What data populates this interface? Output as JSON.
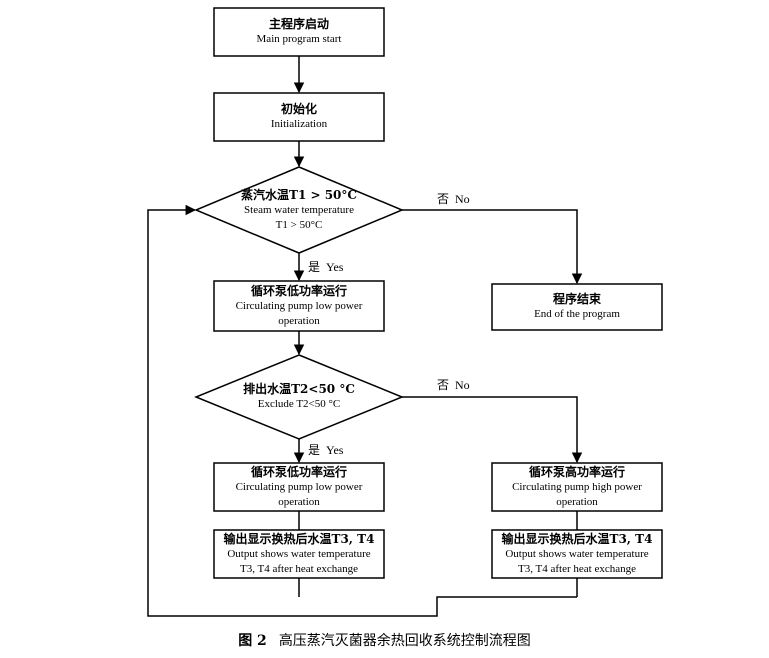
{
  "nodes": {
    "start": {
      "zh": "主程序启动",
      "en": [
        "Main program start"
      ]
    },
    "init": {
      "zh": "初始化",
      "en": [
        "Initialization"
      ]
    },
    "decision1": {
      "zh": "蒸汽水温T1 > 50°C",
      "en": [
        "Steam water temperature",
        "T1 > 50°C"
      ]
    },
    "pump_low_1": {
      "zh": "循环泵低功率运行",
      "en": [
        "Circulating pump low power",
        "operation"
      ]
    },
    "end": {
      "zh": "程序结束",
      "en": [
        "End of the program"
      ]
    },
    "decision2": {
      "zh": "排出水温T2<50 °C",
      "en": [
        "Exclude T2<50 °C"
      ]
    },
    "pump_low_2": {
      "zh": "循环泵低功率运行",
      "en": [
        "Circulating pump low power",
        "operation"
      ]
    },
    "pump_high": {
      "zh": "循环泵高功率运行",
      "en": [
        "Circulating pump high power",
        "operation"
      ]
    },
    "output_left": {
      "zh": "输出显示换热后水温T3, T4",
      "en": [
        "Output shows water temperature",
        "T3, T4 after heat exchange"
      ]
    },
    "output_right": {
      "zh": "输出显示换热后水温T3, T4",
      "en": [
        "Output shows water temperature",
        "T3, T4 after heat exchange"
      ]
    }
  },
  "labels": {
    "no_1": {
      "zh": "否",
      "en": "No"
    },
    "yes_1": {
      "zh": "是",
      "en": "Yes"
    },
    "no_2": {
      "zh": "否",
      "en": "No"
    },
    "yes_2": {
      "zh": "是",
      "en": "Yes"
    }
  },
  "caption": {
    "number": "图 2",
    "text": "高压蒸汽灭菌器余热回收系统控制流程图"
  }
}
